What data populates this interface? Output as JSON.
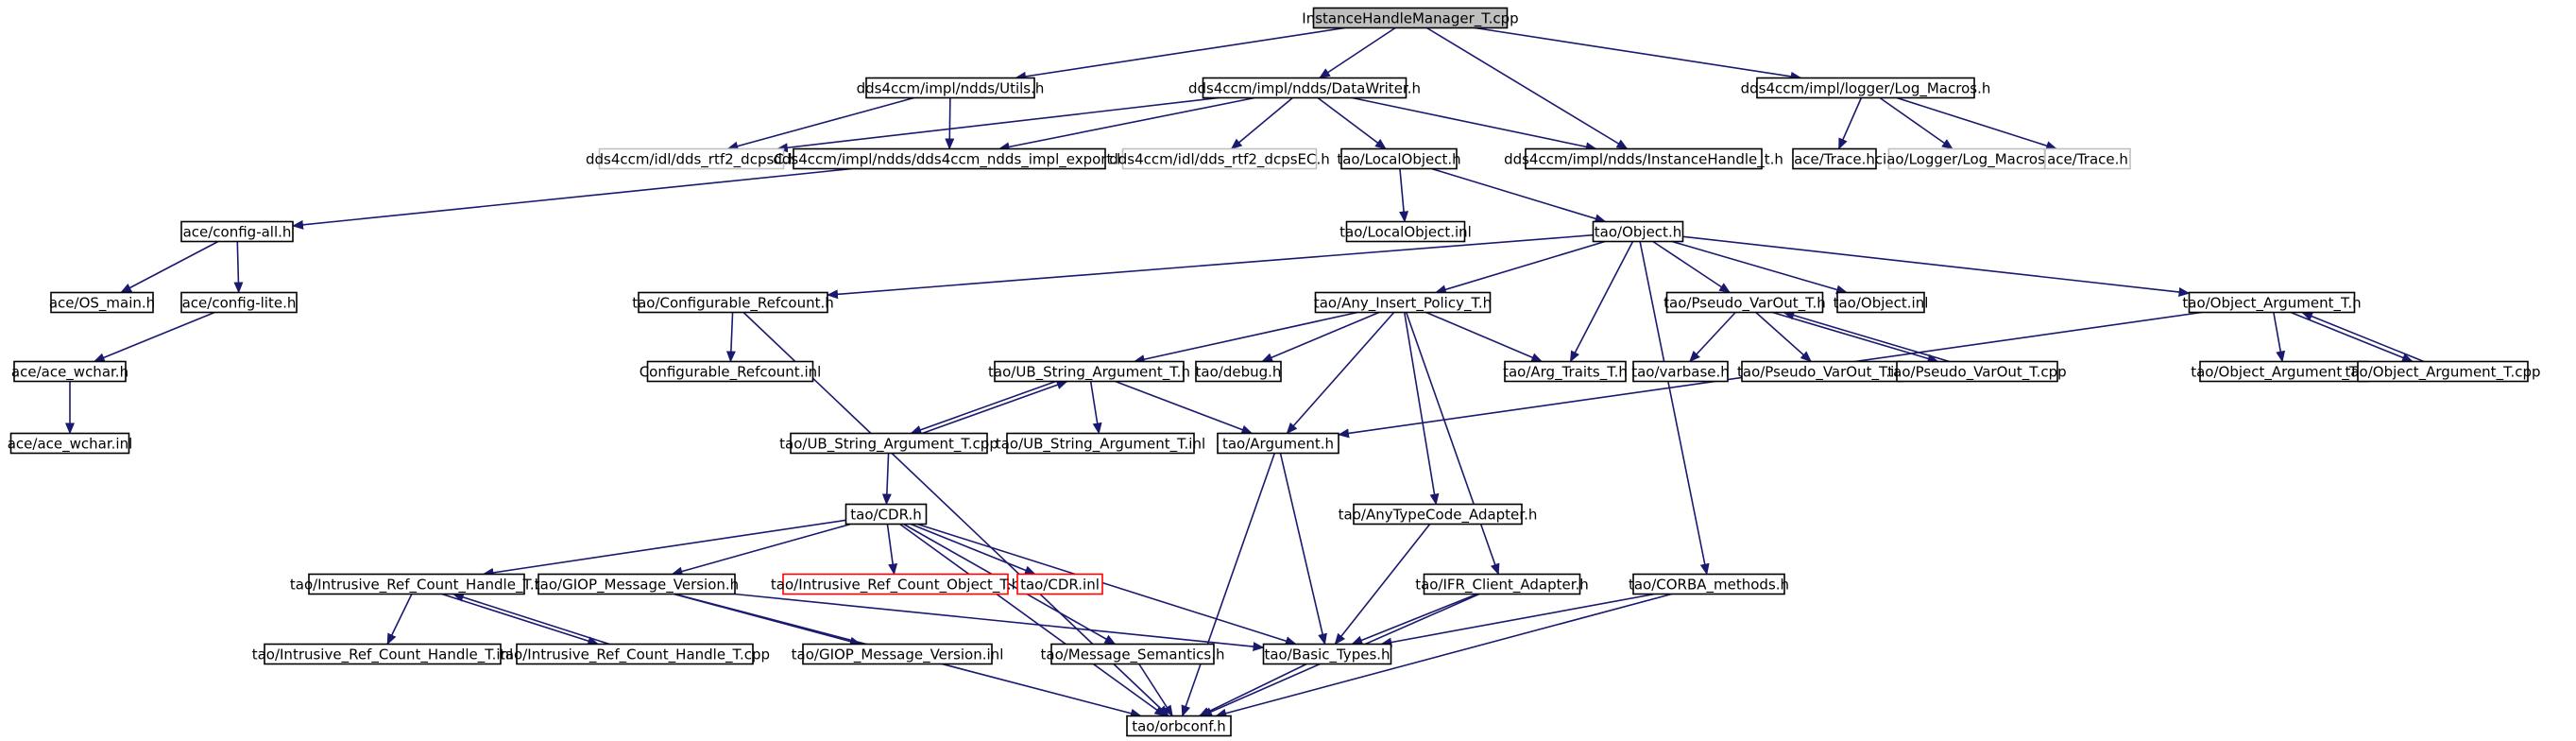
{
  "diagram": {
    "colors": {
      "edge": "#191970",
      "root_fill": "#bfbfbf",
      "node_border": "#000000",
      "missing_border": "#bfbfbf",
      "truncated_border": "#ff0000",
      "background": "#ffffff"
    },
    "nodes": [
      {
        "id": "root",
        "label": "InstanceHandleManager_T.cpp",
        "kind": "root"
      },
      {
        "id": "utils",
        "label": "dds4ccm/impl/ndds/Utils.h",
        "kind": "normal"
      },
      {
        "id": "datawriter",
        "label": "dds4ccm/impl/ndds/DataWriter.h",
        "kind": "normal"
      },
      {
        "id": "logmacros",
        "label": "dds4ccm/impl/logger/Log_Macros.h",
        "kind": "normal"
      },
      {
        "id": "rtf2c",
        "label": "dds4ccm/idl/dds_rtf2_dcpsC.h",
        "kind": "missing"
      },
      {
        "id": "export",
        "label": "dds4ccm/impl/ndds/dds4ccm_ndds_impl_export.h",
        "kind": "normal"
      },
      {
        "id": "rtf2ec",
        "label": "dds4ccm/idl/dds_rtf2_dcpsEC.h",
        "kind": "missing"
      },
      {
        "id": "localobj",
        "label": "tao/LocalObject.h",
        "kind": "normal"
      },
      {
        "id": "insthandle",
        "label": "dds4ccm/impl/ndds/InstanceHandle_t.h",
        "kind": "normal"
      },
      {
        "id": "acetrace1",
        "label": "ace/Trace.h",
        "kind": "normal"
      },
      {
        "id": "ciaolog",
        "label": "ciao/Logger/Log_Macros.h",
        "kind": "missing"
      },
      {
        "id": "acetrace2",
        "label": "ace/Trace.h",
        "kind": "missing"
      },
      {
        "id": "configall",
        "label": "ace/config-all.h",
        "kind": "normal"
      },
      {
        "id": "localobjinl",
        "label": "tao/LocalObject.inl",
        "kind": "normal"
      },
      {
        "id": "object",
        "label": "tao/Object.h",
        "kind": "normal"
      },
      {
        "id": "osmain",
        "label": "ace/OS_main.h",
        "kind": "normal"
      },
      {
        "id": "configlite",
        "label": "ace/config-lite.h",
        "kind": "normal"
      },
      {
        "id": "confrefcount",
        "label": "tao/Configurable_Refcount.h",
        "kind": "normal"
      },
      {
        "id": "anyinsert",
        "label": "tao/Any_Insert_Policy_T.h",
        "kind": "normal"
      },
      {
        "id": "pseudovarout",
        "label": "tao/Pseudo_VarOut_T.h",
        "kind": "normal"
      },
      {
        "id": "objectinl",
        "label": "tao/Object.inl",
        "kind": "normal"
      },
      {
        "id": "objarg",
        "label": "tao/Object_Argument_T.h",
        "kind": "normal"
      },
      {
        "id": "acewchar",
        "label": "ace/ace_wchar.h",
        "kind": "normal"
      },
      {
        "id": "confrefcountinl",
        "label": "Configurable_Refcount.inl",
        "kind": "normal"
      },
      {
        "id": "ubstrarg",
        "label": "tao/UB_String_Argument_T.h",
        "kind": "normal"
      },
      {
        "id": "debug",
        "label": "tao/debug.h",
        "kind": "normal"
      },
      {
        "id": "argtraits",
        "label": "tao/Arg_Traits_T.h",
        "kind": "normal"
      },
      {
        "id": "varbase",
        "label": "tao/varbase.h",
        "kind": "normal"
      },
      {
        "id": "pseudovaroutinl",
        "label": "tao/Pseudo_VarOut_T.inl",
        "kind": "normal"
      },
      {
        "id": "pseudovaroutcpp",
        "label": "tao/Pseudo_VarOut_T.cpp",
        "kind": "normal"
      },
      {
        "id": "objarginl",
        "label": "tao/Object_Argument_T.inl",
        "kind": "normal"
      },
      {
        "id": "objargcpp",
        "label": "tao/Object_Argument_T.cpp",
        "kind": "normal"
      },
      {
        "id": "acewcharinl",
        "label": "ace/ace_wchar.inl",
        "kind": "normal"
      },
      {
        "id": "ubstrargcpp",
        "label": "tao/UB_String_Argument_T.cpp",
        "kind": "normal"
      },
      {
        "id": "ubstrarginl",
        "label": "tao/UB_String_Argument_T.inl",
        "kind": "normal"
      },
      {
        "id": "argument",
        "label": "tao/Argument.h",
        "kind": "normal"
      },
      {
        "id": "cdr",
        "label": "tao/CDR.h",
        "kind": "normal"
      },
      {
        "id": "anytypecode",
        "label": "tao/AnyTypeCode_Adapter.h",
        "kind": "normal"
      },
      {
        "id": "irefch",
        "label": "tao/Intrusive_Ref_Count_Handle_T.h",
        "kind": "normal"
      },
      {
        "id": "giopver",
        "label": "tao/GIOP_Message_Version.h",
        "kind": "normal"
      },
      {
        "id": "irefco",
        "label": "tao/Intrusive_Ref_Count_Object_T.h",
        "kind": "truncated"
      },
      {
        "id": "cdrinl",
        "label": "tao/CDR.inl",
        "kind": "truncated"
      },
      {
        "id": "ifrclient",
        "label": "tao/IFR_Client_Adapter.h",
        "kind": "normal"
      },
      {
        "id": "corbamethods",
        "label": "tao/CORBA_methods.h",
        "kind": "normal"
      },
      {
        "id": "irefchinl",
        "label": "tao/Intrusive_Ref_Count_Handle_T.inl",
        "kind": "normal"
      },
      {
        "id": "irefchcpp",
        "label": "tao/Intrusive_Ref_Count_Handle_T.cpp",
        "kind": "normal"
      },
      {
        "id": "giopverinl",
        "label": "tao/GIOP_Message_Version.inl",
        "kind": "normal"
      },
      {
        "id": "msgsem",
        "label": "tao/Message_Semantics.h",
        "kind": "normal"
      },
      {
        "id": "basictypes",
        "label": "tao/Basic_Types.h",
        "kind": "normal"
      },
      {
        "id": "orbconf",
        "label": "tao/orbconf.h",
        "kind": "normal"
      }
    ],
    "edges": [
      [
        "root",
        "utils"
      ],
      [
        "root",
        "datawriter"
      ],
      [
        "root",
        "insthandle"
      ],
      [
        "root",
        "logmacros"
      ],
      [
        "utils",
        "rtf2c"
      ],
      [
        "utils",
        "export"
      ],
      [
        "datawriter",
        "rtf2c"
      ],
      [
        "datawriter",
        "export"
      ],
      [
        "datawriter",
        "rtf2ec"
      ],
      [
        "datawriter",
        "localobj"
      ],
      [
        "datawriter",
        "insthandle"
      ],
      [
        "logmacros",
        "acetrace1"
      ],
      [
        "logmacros",
        "ciaolog"
      ],
      [
        "logmacros",
        "acetrace2"
      ],
      [
        "export",
        "configall"
      ],
      [
        "localobj",
        "localobjinl"
      ],
      [
        "localobj",
        "object"
      ],
      [
        "configall",
        "osmain"
      ],
      [
        "configall",
        "configlite"
      ],
      [
        "configlite",
        "acewchar"
      ],
      [
        "acewchar",
        "acewcharinl"
      ],
      [
        "object",
        "confrefcount"
      ],
      [
        "object",
        "anyinsert"
      ],
      [
        "object",
        "argtraits"
      ],
      [
        "object",
        "pseudovarout"
      ],
      [
        "object",
        "objectinl"
      ],
      [
        "object",
        "objarg"
      ],
      [
        "object",
        "corbamethods"
      ],
      [
        "confrefcount",
        "confrefcountinl"
      ],
      [
        "confrefcount",
        "orbconf"
      ],
      [
        "anyinsert",
        "ubstrarg"
      ],
      [
        "anyinsert",
        "debug"
      ],
      [
        "anyinsert",
        "argtraits"
      ],
      [
        "anyinsert",
        "argument"
      ],
      [
        "anyinsert",
        "anytypecode"
      ],
      [
        "anyinsert",
        "ifrclient"
      ],
      [
        "pseudovarout",
        "varbase"
      ],
      [
        "pseudovarout",
        "pseudovaroutinl"
      ],
      [
        "pseudovarout",
        "pseudovaroutcpp"
      ],
      [
        "pseudovaroutcpp",
        "pseudovarout"
      ],
      [
        "objarg",
        "argument"
      ],
      [
        "objarg",
        "objarginl"
      ],
      [
        "objarg",
        "objargcpp"
      ],
      [
        "objargcpp",
        "objarg"
      ],
      [
        "ubstrarg",
        "ubstrargcpp"
      ],
      [
        "ubstrarg",
        "ubstrarginl"
      ],
      [
        "ubstrarg",
        "argument"
      ],
      [
        "ubstrargcpp",
        "ubstrarg"
      ],
      [
        "ubstrargcpp",
        "cdr"
      ],
      [
        "argument",
        "basictypes"
      ],
      [
        "argument",
        "orbconf"
      ],
      [
        "cdr",
        "irefch"
      ],
      [
        "cdr",
        "giopver"
      ],
      [
        "cdr",
        "irefco"
      ],
      [
        "cdr",
        "cdrinl"
      ],
      [
        "cdr",
        "msgsem"
      ],
      [
        "cdr",
        "basictypes"
      ],
      [
        "cdr",
        "orbconf"
      ],
      [
        "anytypecode",
        "basictypes"
      ],
      [
        "irefch",
        "irefchinl"
      ],
      [
        "irefch",
        "irefchcpp"
      ],
      [
        "irefchcpp",
        "irefch"
      ],
      [
        "giopver",
        "giopverinl"
      ],
      [
        "giopver",
        "basictypes"
      ],
      [
        "giopver",
        "orbconf"
      ],
      [
        "ifrclient",
        "basictypes"
      ],
      [
        "ifrclient",
        "orbconf"
      ],
      [
        "corbamethods",
        "basictypes"
      ],
      [
        "corbamethods",
        "orbconf"
      ],
      [
        "msgsem",
        "orbconf"
      ],
      [
        "basictypes",
        "orbconf"
      ]
    ]
  }
}
